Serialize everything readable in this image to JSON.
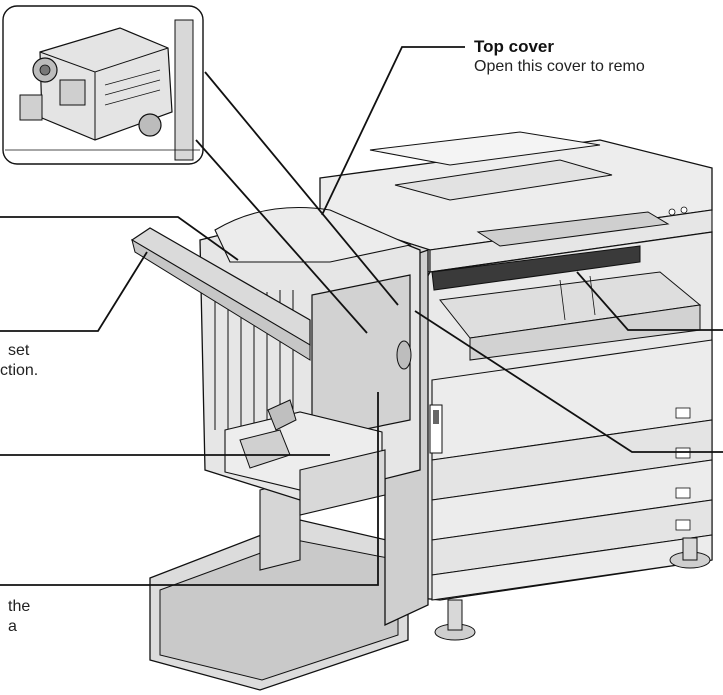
{
  "callouts": {
    "top_cover": {
      "title": "Top cover",
      "description": "Open this cover to remo"
    },
    "left_upper": {
      "line1": "set",
      "line2": "ction."
    },
    "left_lower": {
      "line1": "the",
      "line2": "a"
    }
  },
  "colors": {
    "line": "#111111",
    "body_fill": "#e8e8e8",
    "body_dark": "#bdbdbd",
    "panel_fill": "#d6d6d6",
    "background": "#ffffff"
  }
}
